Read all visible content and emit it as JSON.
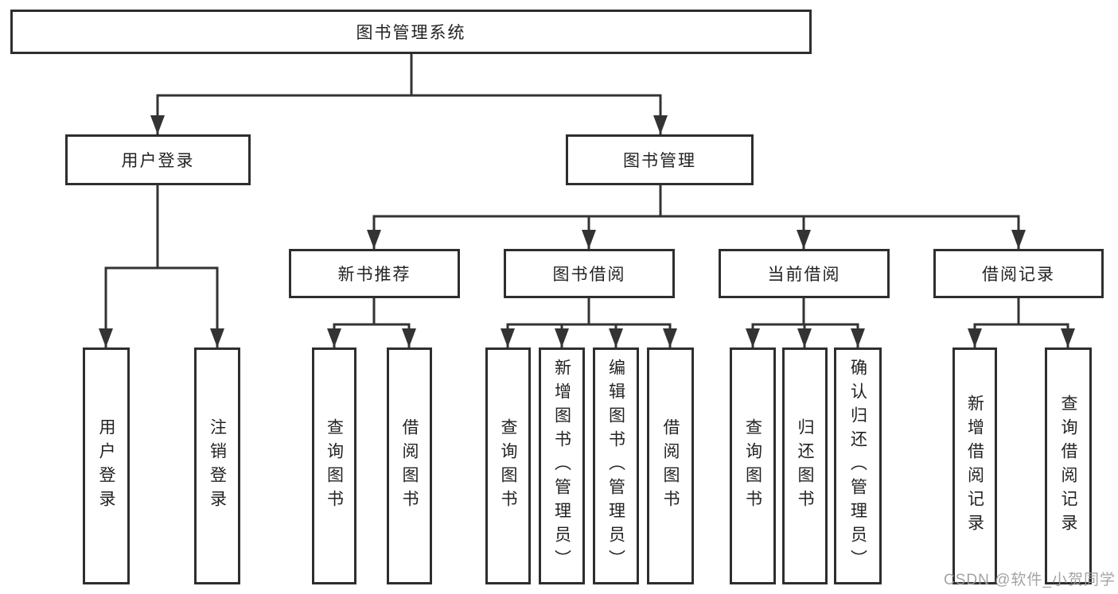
{
  "colors": {
    "background": "#ffffff",
    "line": "#333333",
    "box_border": "#2e2e2e",
    "text": "#232323",
    "watermark": "#9c9c9c"
  },
  "tree": {
    "label": "图书管理系统",
    "children": [
      {
        "label": "用户登录",
        "children": [
          {
            "label": "用户登录"
          },
          {
            "label": "注销登录"
          }
        ]
      },
      {
        "label": "图书管理",
        "children": [
          {
            "label": "新书推荐",
            "children": [
              {
                "label": "查询图书"
              },
              {
                "label": "借阅图书"
              }
            ]
          },
          {
            "label": "图书借阅",
            "children": [
              {
                "label": "查询图书"
              },
              {
                "label": "新增图书（管理员）"
              },
              {
                "label": "编辑图书（管理员）"
              },
              {
                "label": "借阅图书"
              }
            ]
          },
          {
            "label": "当前借阅",
            "children": [
              {
                "label": "查询图书"
              },
              {
                "label": "归还图书"
              },
              {
                "label": "确认归还（管理员）"
              }
            ]
          },
          {
            "label": "借阅记录",
            "children": [
              {
                "label": "新增借阅记录"
              },
              {
                "label": "查询借阅记录"
              }
            ]
          }
        ]
      }
    ]
  },
  "watermark": {
    "text": "CSDN @软件_小贺同学"
  }
}
